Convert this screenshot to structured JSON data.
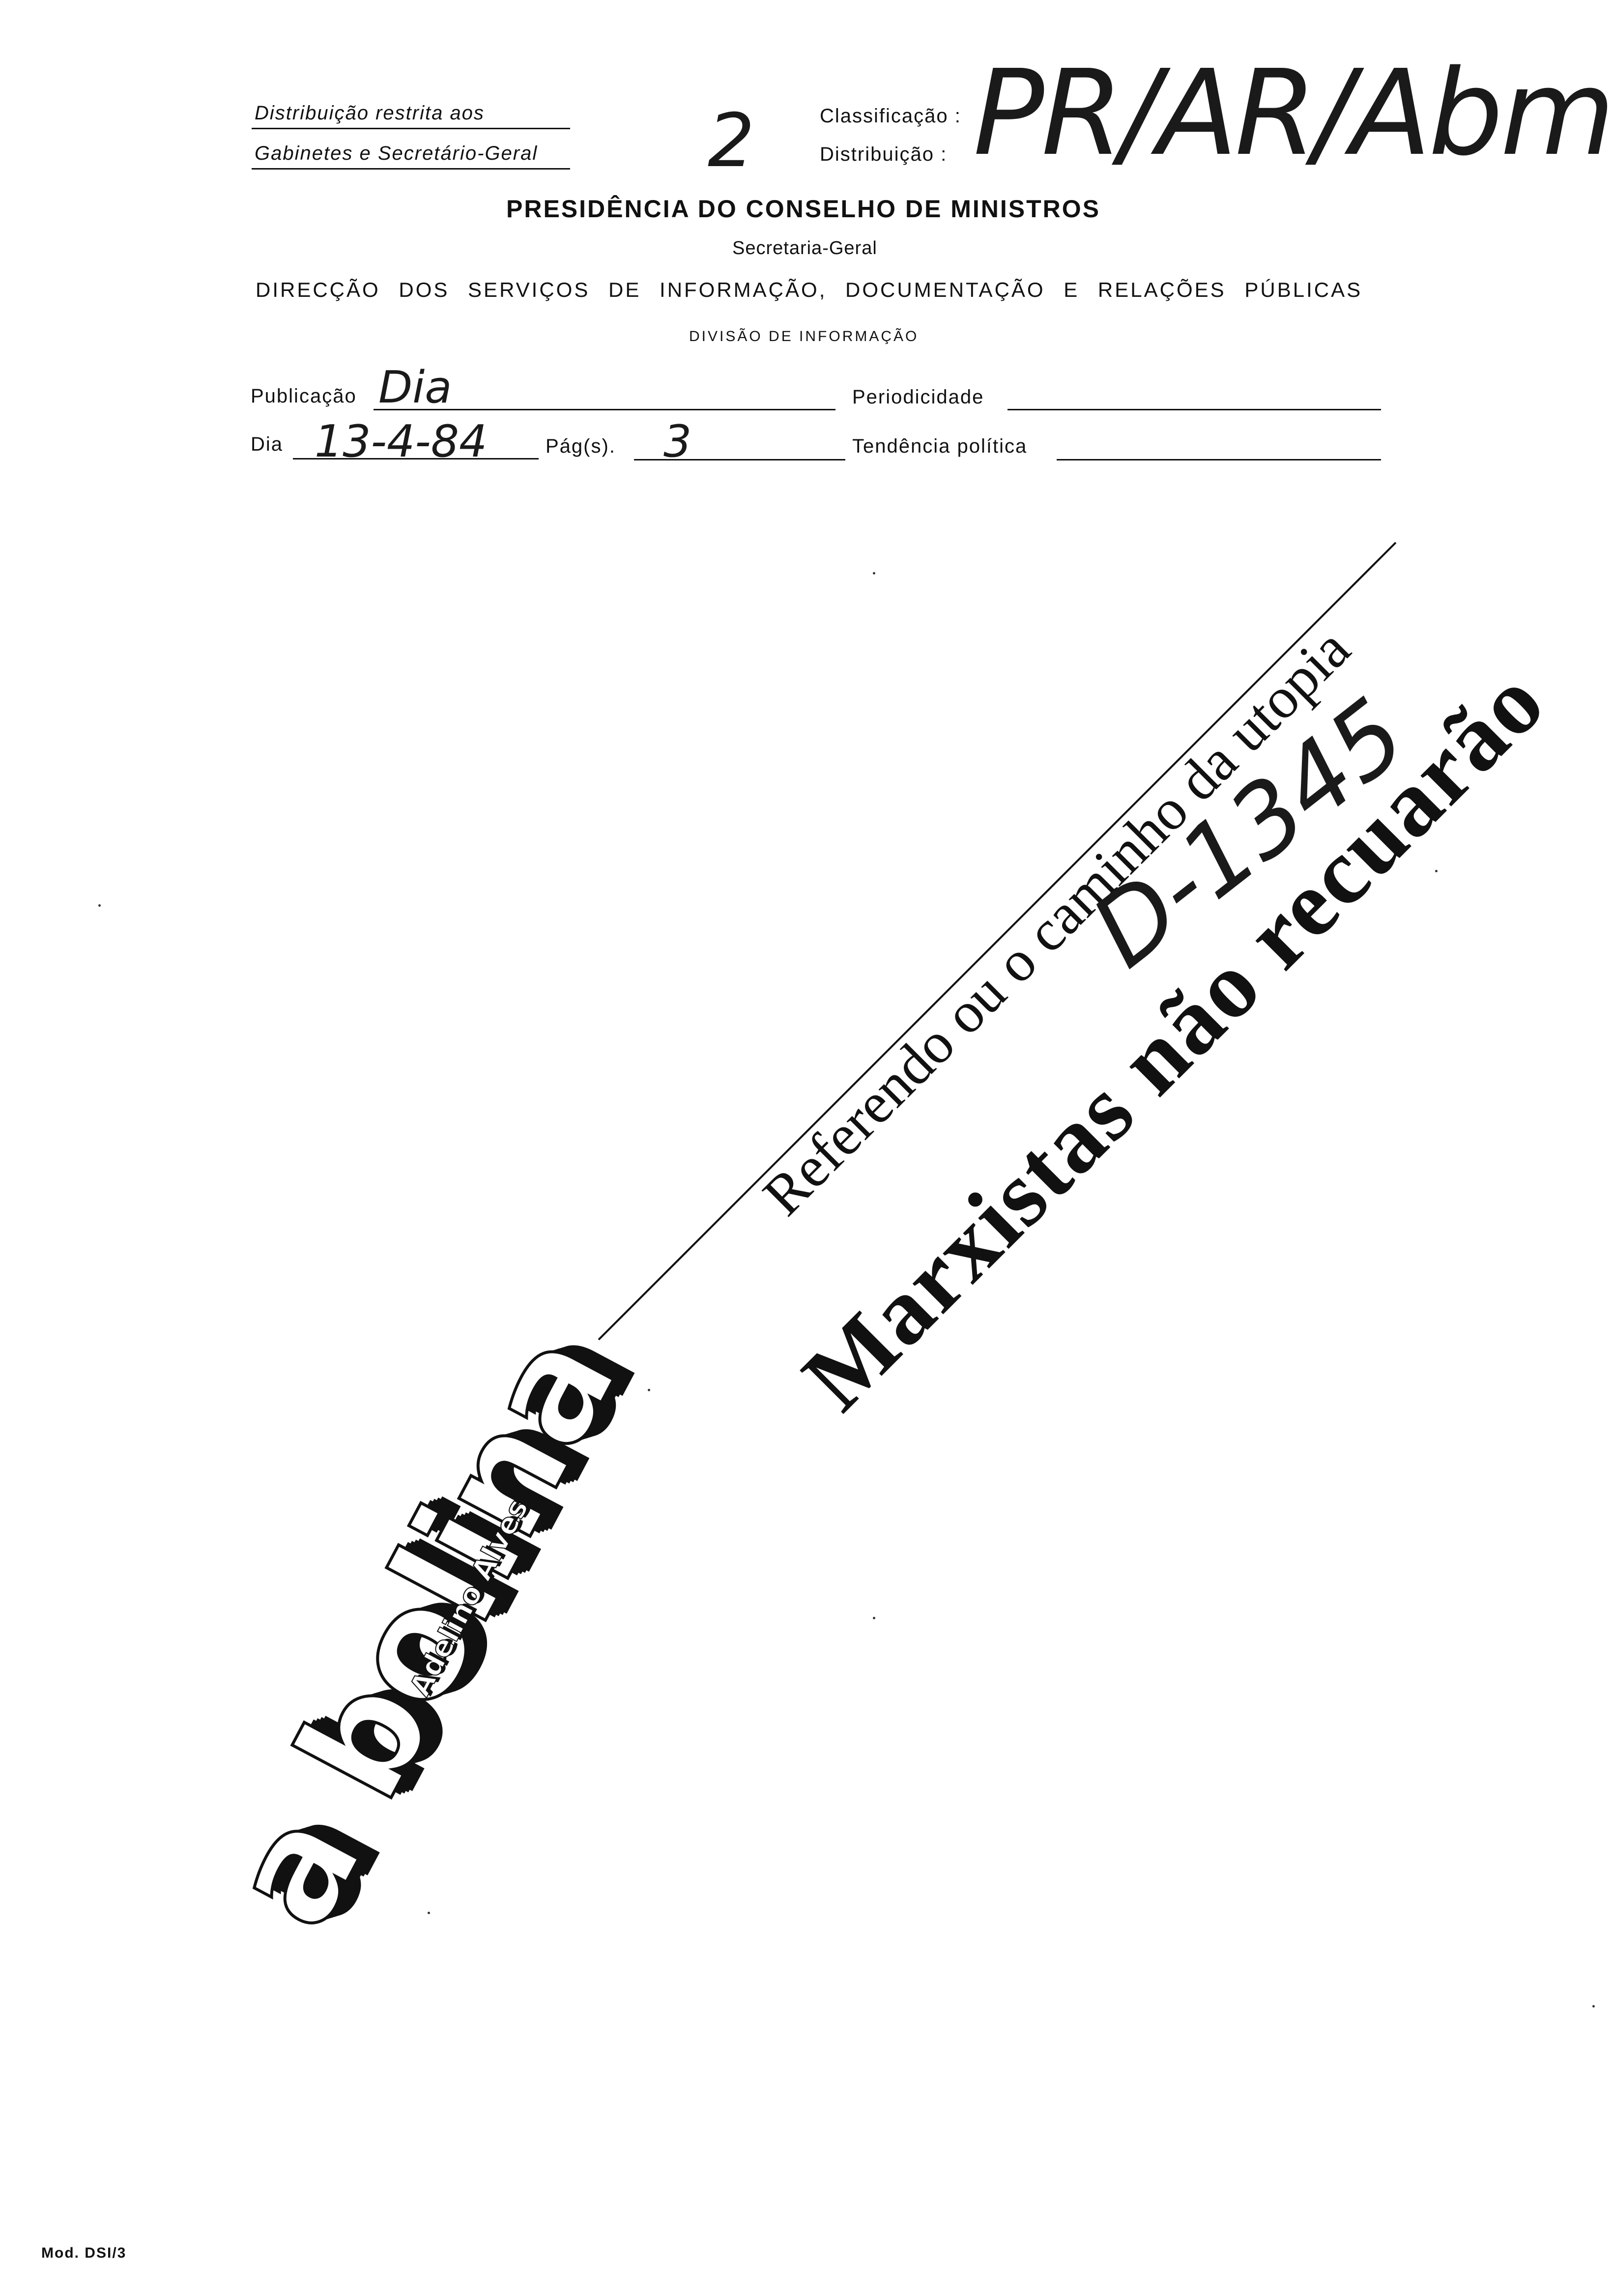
{
  "header": {
    "restricted_line1": "Distribuição restrita aos",
    "restricted_line2": "Gabinetes e Secretário-Geral",
    "handwritten_number": "2",
    "classificacao_label": "Classificação :",
    "distribuicao_label": "Distribuição :",
    "classificacao_value": "PR/AR/Abm",
    "institution": "PRESIDÊNCIA DO CONSELHO DE MINISTROS",
    "secretariat": "Secretaria-Geral",
    "directorate": "DIRECÇÃO DOS SERVIÇOS DE INFORMAÇÃO, DOCUMENTAÇÃO E RELAÇÕES PÚBLICAS",
    "division": "DIVISÃO DE INFORMAÇÃO"
  },
  "form": {
    "publicacao_label": "Publicação",
    "publicacao_value": "Dia",
    "periodicidade_label": "Periodicidade",
    "periodicidade_value": "",
    "dia_label": "Dia",
    "dia_value": "13-4-84",
    "pags_label": "Pág(s).",
    "pags_value": "3",
    "tendencia_label": "Tendência política",
    "tendencia_value": ""
  },
  "article": {
    "kicker": "Referendo ou o caminho da utopia",
    "headline": "Marxistas não recuarão",
    "handwritten_ref": "D-1345"
  },
  "column": {
    "logo": "a bolina",
    "author": "Adelino Alves"
  },
  "footer": {
    "form_code": "Mod. DSI/3"
  }
}
